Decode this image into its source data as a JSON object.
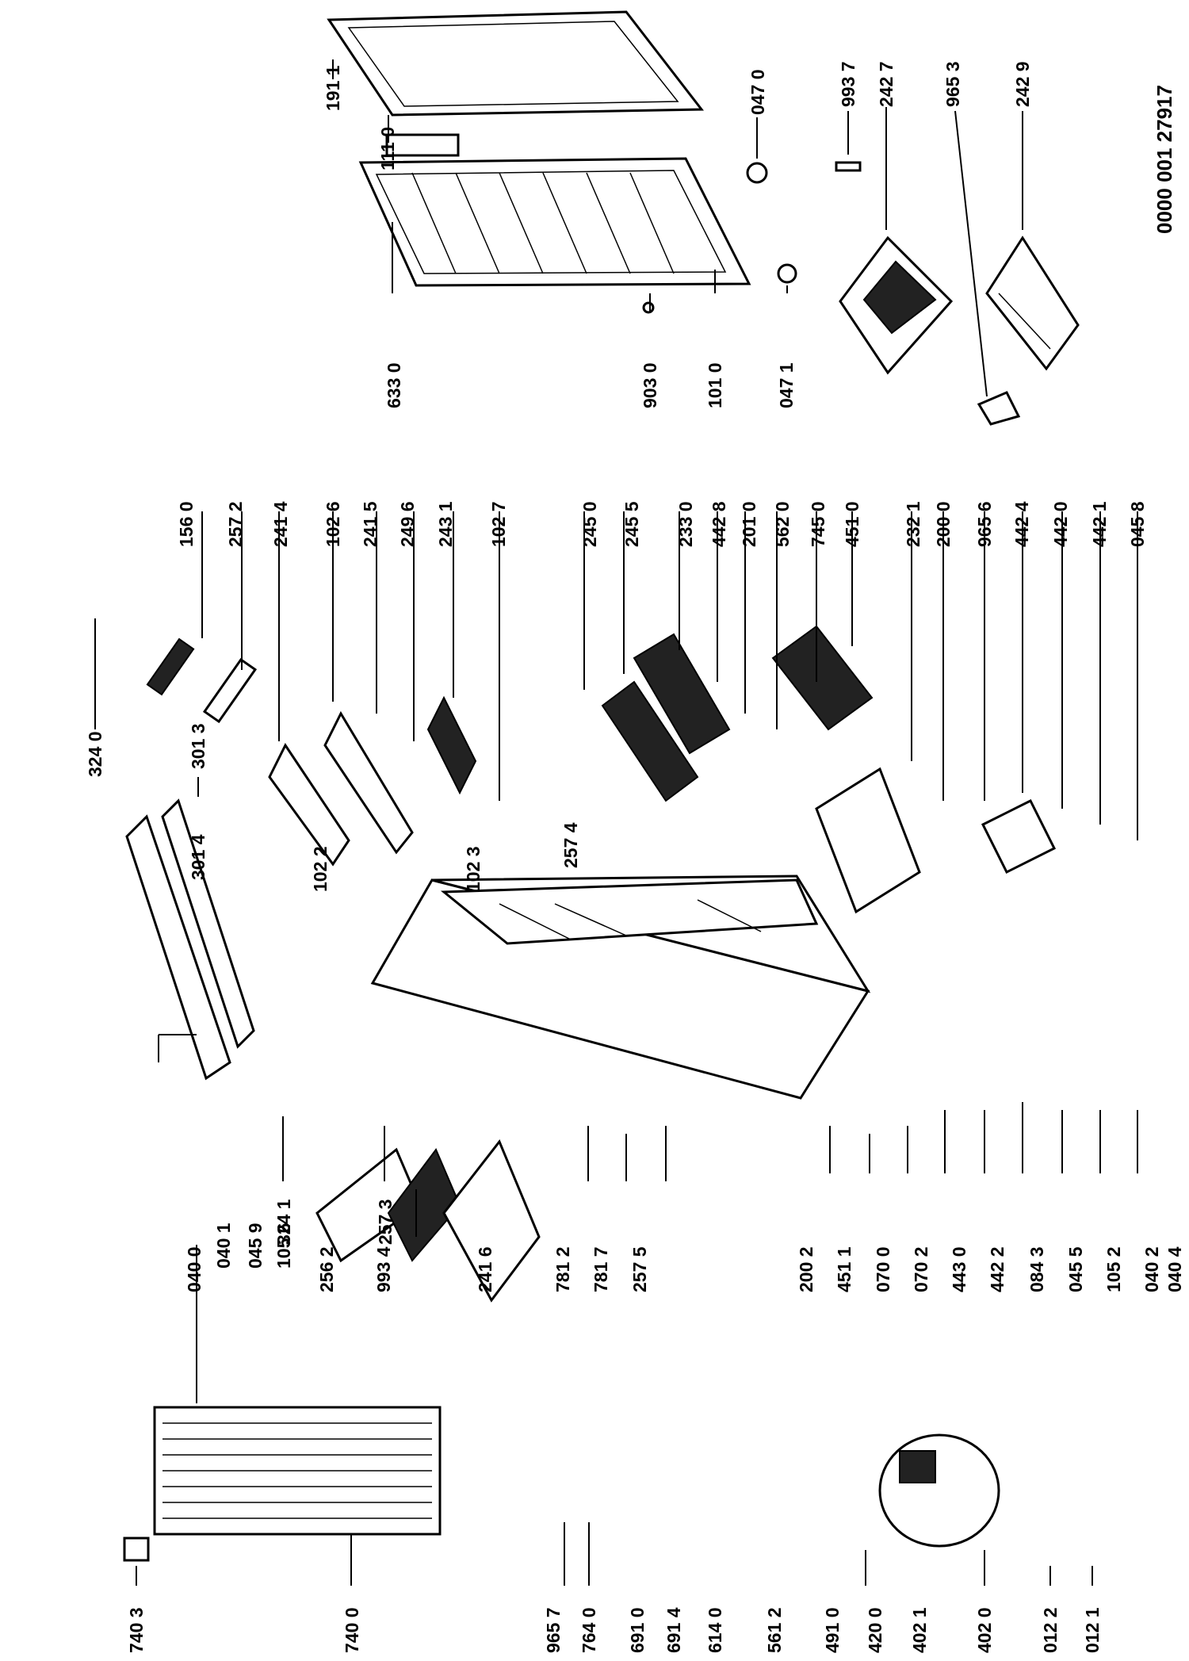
{
  "diagram": {
    "doc_code": "0000 001 27917",
    "labels": {
      "l_7403": "740 3",
      "l_7400": "740 0",
      "l_9657": "965 7",
      "l_7640": "764 0",
      "l_6910": "691 0",
      "l_6914": "691 4",
      "l_6140": "614 0",
      "l_5612": "561 2",
      "l_4910": "491 0",
      "l_4200": "420 0",
      "l_4021": "402 1",
      "l_4020": "402 0",
      "l_0122": "012 2",
      "l_0121": "012 1",
      "l_3241": "324 1",
      "l_2573": "257 3",
      "l_7812": "781 2",
      "l_7817": "781 7",
      "l_2575": "257 5",
      "l_2002": "200 2",
      "l_4511": "451 1",
      "l_0700": "070 0",
      "l_0702": "070 2",
      "l_4430": "443 0",
      "l_4422": "442 2",
      "l_0843": "084 3",
      "l_0455": "045 5",
      "l_1052": "105 2",
      "l_0402": "040 2",
      "l_0404": "040 4",
      "l_0400": "040 0",
      "l_0401": "040 1",
      "l_0459": "045 9",
      "l_1056": "105 6",
      "l_2562": "256 2",
      "l_9934": "993 4",
      "l_2416": "241 6",
      "l_3240": "324 0",
      "l_3014": "301 4",
      "l_3013": "301 3",
      "l_1560": "156 0",
      "l_2572": "257 2",
      "l_2414": "241 4",
      "l_1026": "102 6",
      "l_2415": "241 5",
      "l_2496": "249 6",
      "l_2431": "243 1",
      "l_1027": "102 7",
      "l_1022": "102 2",
      "l_1023": "102 3",
      "l_2574": "257 4",
      "l_2450": "245 0",
      "l_2455": "245 5",
      "l_2330": "233 0",
      "l_4428": "442 8",
      "l_2010": "201 0",
      "l_5620": "562 0",
      "l_7450": "745 0",
      "l_4510": "451 0",
      "l_2321": "232 1",
      "l_2000": "200 0",
      "l_9656": "965 6",
      "l_4424": "442 4",
      "l_4420": "442 0",
      "l_4421": "442 1",
      "l_0458": "045 8",
      "l_1911": "191 1",
      "l_1110": "111 0",
      "l_0470": "047 0",
      "l_9937": "993 7",
      "l_2427": "242 7",
      "l_9653": "965 3",
      "l_2429": "242 9",
      "l_6330": "633 0",
      "l_9030": "903 0",
      "l_1010": "101 0",
      "l_0471": "047 1"
    }
  }
}
